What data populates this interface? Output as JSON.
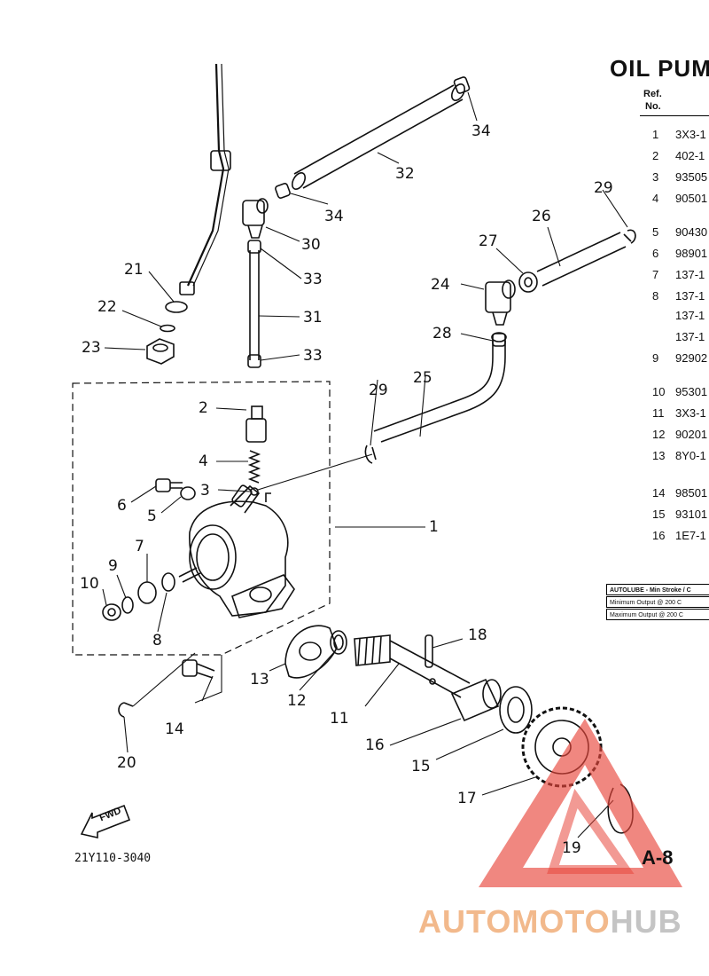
{
  "title": "OIL PUMP",
  "table": {
    "header_ref": "Ref.",
    "header_no": "No.",
    "rows": [
      {
        "ref": "1",
        "part": "3X3-1"
      },
      {
        "ref": "2",
        "part": "402-1"
      },
      {
        "ref": "3",
        "part": "93505"
      },
      {
        "ref": "4",
        "part": "90501"
      },
      {
        "ref": "5",
        "part": "90430"
      },
      {
        "ref": "6",
        "part": "98901"
      },
      {
        "ref": "7",
        "part": "137-1"
      },
      {
        "ref": "8",
        "part": "137-1"
      },
      {
        "ref": "",
        "part": "137-1"
      },
      {
        "ref": "",
        "part": "137-1"
      },
      {
        "ref": "9",
        "part": "92902"
      },
      {
        "ref": "10",
        "part": "95301"
      },
      {
        "ref": "11",
        "part": "3X3-1"
      },
      {
        "ref": "12",
        "part": "90201"
      },
      {
        "ref": "13",
        "part": "8Y0-1"
      },
      {
        "ref": "14",
        "part": "98501"
      },
      {
        "ref": "15",
        "part": "93101"
      },
      {
        "ref": "16",
        "part": "1E7-1"
      }
    ]
  },
  "notes": {
    "autolube": "AUTOLUBE - Min Stroke / C",
    "min_output": "Minimum Output @ 200 C",
    "max_output": "Maximum Output @ 200 C"
  },
  "callouts": [
    "1",
    "2",
    "3",
    "4",
    "5",
    "6",
    "7",
    "8",
    "9",
    "10",
    "11",
    "12",
    "13",
    "14",
    "15",
    "16",
    "17",
    "18",
    "19",
    "20",
    "21",
    "22",
    "23",
    "24",
    "25",
    "26",
    "27",
    "28",
    "29",
    "29",
    "30",
    "31",
    "32",
    "33",
    "33",
    "34",
    "34"
  ],
  "fwd_label": "FWD",
  "drawing_number": "21Y110-3040",
  "page_code": "A-8",
  "watermark": {
    "part1": "AUTOMOTO",
    "part2": "HUB"
  },
  "colors": {
    "ink": "#111111",
    "watermark_red": "#e8473c",
    "watermark_orange": "#f2b98c",
    "watermark_gray": "#c4c4c4"
  }
}
